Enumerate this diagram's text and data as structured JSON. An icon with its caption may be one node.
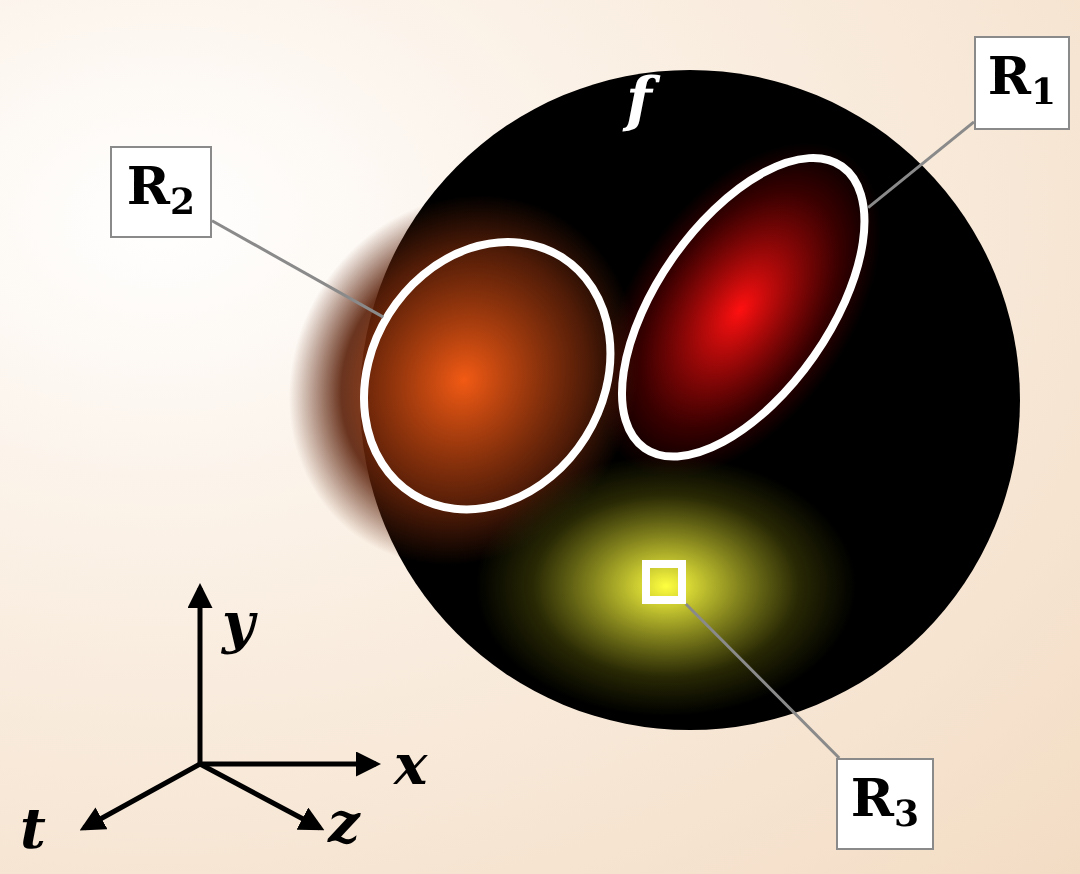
{
  "diagram": {
    "nodes": [
      {
        "text": [
          "f"
        ]
      },
      {
        "text": [],
        "shape": "ellipse",
        "in": 0
      },
      {
        "text": [],
        "shape": "ellipse",
        "in": 0
      },
      {
        "text": [],
        "shape": "box",
        "in": 0
      },
      {
        "text": [
          "R$_{1}$"
        ]
      },
      {
        "text": [
          "R$_{2}$"
        ]
      },
      {
        "text": [
          "R$_{3}$"
        ]
      }
    ],
    "edges": [
      {
        "from": 4,
        "to": 2,
        "arrow": "none"
      },
      {
        "from": 5,
        "to": 1,
        "arrow": "none"
      },
      {
        "from": 6,
        "to": 3,
        "arrow": "none"
      }
    ],
    "labels": [
      "y",
      "x",
      "t",
      "z"
    ]
  }
}
